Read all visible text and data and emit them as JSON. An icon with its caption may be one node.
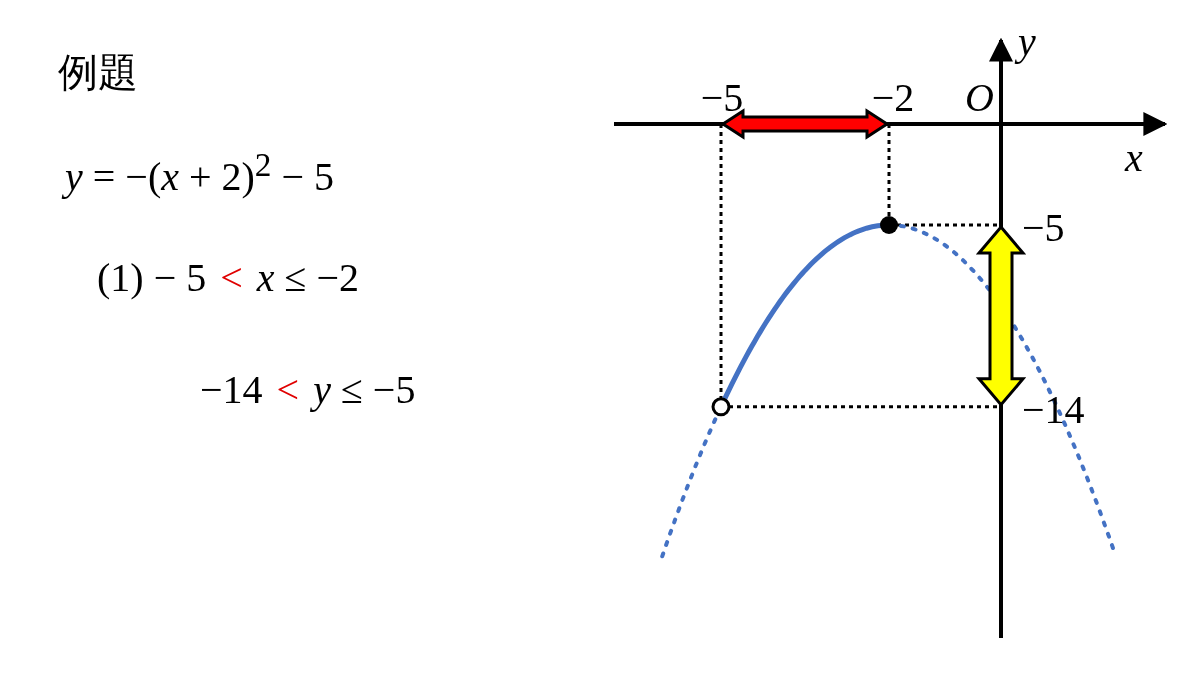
{
  "diagram": {
    "title": "例題",
    "labels": [
      "*y* = −(*x* + 2)$^{2}$ − 5",
      "(1) − 5",
      "<",
      "*x* ≤ −2",
      "−14",
      "<",
      "*y* ≤ −5",
      "−5",
      "−2",
      "O",
      "y",
      "x",
      "−5",
      "−14"
    ]
  }
}
